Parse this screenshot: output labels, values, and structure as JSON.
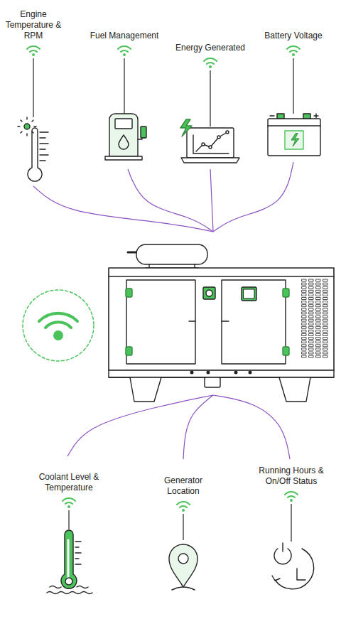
{
  "diagram": {
    "nodes": [
      {
        "text": [
          "Engine Temperature & RPM"
        ]
      },
      {
        "text": [
          "Fuel Management"
        ]
      },
      {
        "text": [
          "Energy Generated"
        ]
      },
      {
        "text": [
          "Battery Voltage"
        ]
      },
      {
        "text": [
          "Coolant Level & Temperature"
        ]
      },
      {
        "text": [
          "Generator Location"
        ]
      },
      {
        "text": [
          "Running Hours & On/Off Status"
        ]
      }
    ]
  }
}
